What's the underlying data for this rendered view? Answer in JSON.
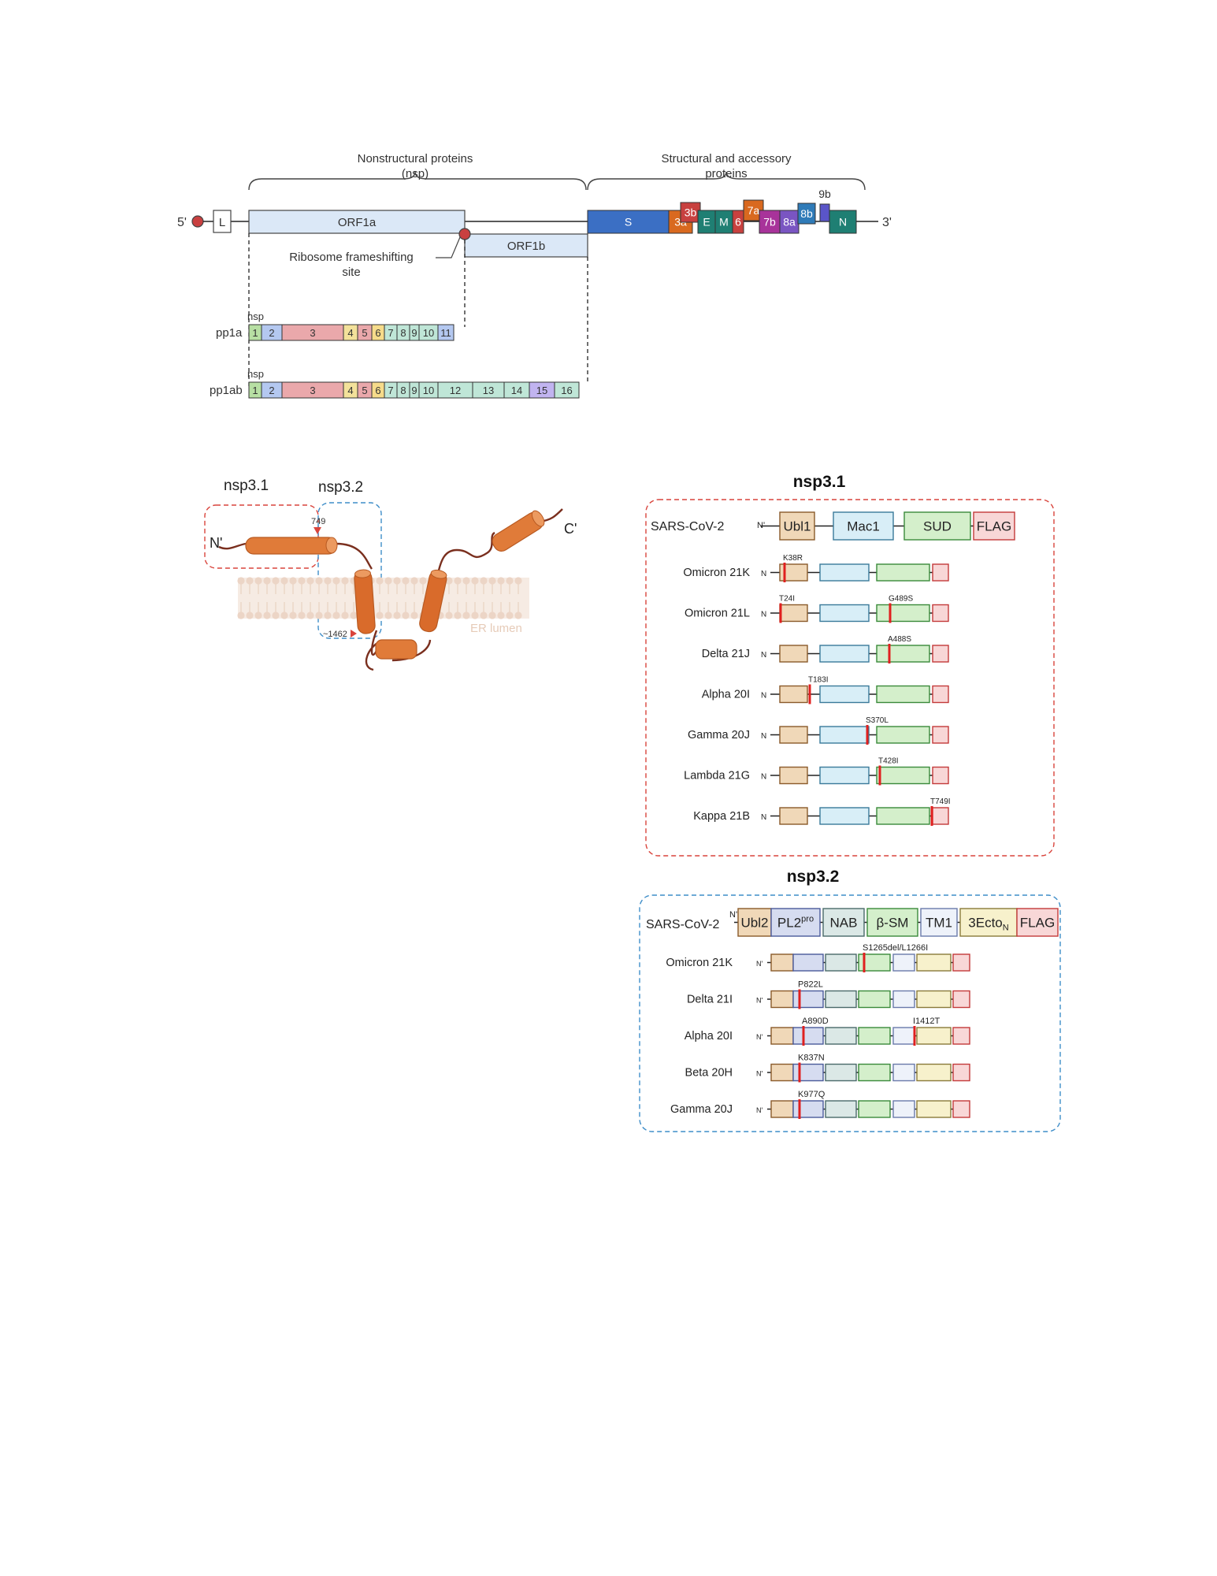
{
  "genome": {
    "nsp_header": "Nonstructural proteins",
    "nsp_header_sub": "(nsp)",
    "struct_header": "Structural and accessory",
    "struct_header_sub": "proteins",
    "five_prime": "5'",
    "three_prime": "3'",
    "leader": "L",
    "orf1a": "ORF1a",
    "orf1b": "ORF1b",
    "frameshift_line1": "Ribosome frameshifting",
    "frameshift_line2": "site",
    "genes": [
      {
        "label": "S",
        "color": "#3b6fc4"
      },
      {
        "label": "3a",
        "color": "#d9691f"
      },
      {
        "label": "3b",
        "color": "#c8413f"
      },
      {
        "label": "E",
        "color": "#1f7f73"
      },
      {
        "label": "M",
        "color": "#1f7f73"
      },
      {
        "label": "6",
        "color": "#c8413f"
      },
      {
        "label": "7a",
        "color": "#d9691f"
      },
      {
        "label": "7b",
        "color": "#a8339a"
      },
      {
        "label": "8a",
        "color": "#7a55c2"
      },
      {
        "label": "8b",
        "color": "#2f7bb8"
      },
      {
        "label": "9b",
        "color": "#5a55c8"
      },
      {
        "label": "N",
        "color": "#1f7f73"
      }
    ],
    "pp1a_label": "pp1a",
    "pp1ab_label": "pp1ab",
    "nsp_tag": "nsp",
    "pp1a_segments": [
      "1",
      "2",
      "3",
      "4",
      "5",
      "6",
      "7",
      "8",
      "9",
      "10",
      "11"
    ],
    "pp1ab_segments": [
      "1",
      "2",
      "3",
      "4",
      "5",
      "6",
      "7",
      "8",
      "9",
      "10",
      "12",
      "13",
      "14",
      "15",
      "16"
    ]
  },
  "topology": {
    "label_nsp31": "nsp3.1",
    "label_nsp32": "nsp3.2",
    "n_term": "N'",
    "c_term": "C'",
    "site_749": "749",
    "site_1462": "~1462",
    "er_lumen": "ER lumen"
  },
  "nsp31": {
    "title": "nsp3.1",
    "ref_label": "SARS-CoV-2",
    "n_label": "N'",
    "row_n": "N",
    "domains": [
      "Ubl1",
      "Mac1",
      "SUD",
      "FLAG"
    ],
    "variants": [
      {
        "name": "Omicron 21K",
        "mutations": [
          "K38R"
        ]
      },
      {
        "name": "Omicron 21L",
        "mutations": [
          "T24I",
          "G489S"
        ]
      },
      {
        "name": "Delta 21J",
        "mutations": [
          "A488S"
        ]
      },
      {
        "name": "Alpha 20I",
        "mutations": [
          "T183I"
        ]
      },
      {
        "name": "Gamma 20J",
        "mutations": [
          "S370L"
        ]
      },
      {
        "name": "Lambda 21G",
        "mutations": [
          "T428I"
        ]
      },
      {
        "name": "Kappa 21B",
        "mutations": [
          "T749I"
        ]
      }
    ]
  },
  "nsp32": {
    "title": "nsp3.2",
    "ref_label": "SARS-CoV-2",
    "n_label": "N'",
    "row_n": "N'",
    "domains": [
      "Ubl2",
      "PL2",
      "NAB",
      "β-SM",
      "TM1",
      "3Ecto",
      "FLAG"
    ],
    "pl2_sup": "pro",
    "ecto_sub": "N",
    "variants": [
      {
        "name": "Omicron 21K",
        "mutations": [
          "S1265del/L1266I"
        ]
      },
      {
        "name": "Delta 21I",
        "mutations": [
          "P822L"
        ]
      },
      {
        "name": "Alpha 20I",
        "mutations": [
          "A890D",
          "I1412T"
        ]
      },
      {
        "name": "Beta 20H",
        "mutations": [
          "K837N"
        ]
      },
      {
        "name": "Gamma 20J",
        "mutations": [
          "K977Q"
        ]
      }
    ]
  },
  "colors": {
    "orf_fill": "#dbe8f7",
    "mutation_red": "#e0201f",
    "helix": "#e07b39",
    "membrane": "#ecd5c6",
    "box31_border": "#d9443c",
    "box32_border": "#3f8ec9"
  }
}
